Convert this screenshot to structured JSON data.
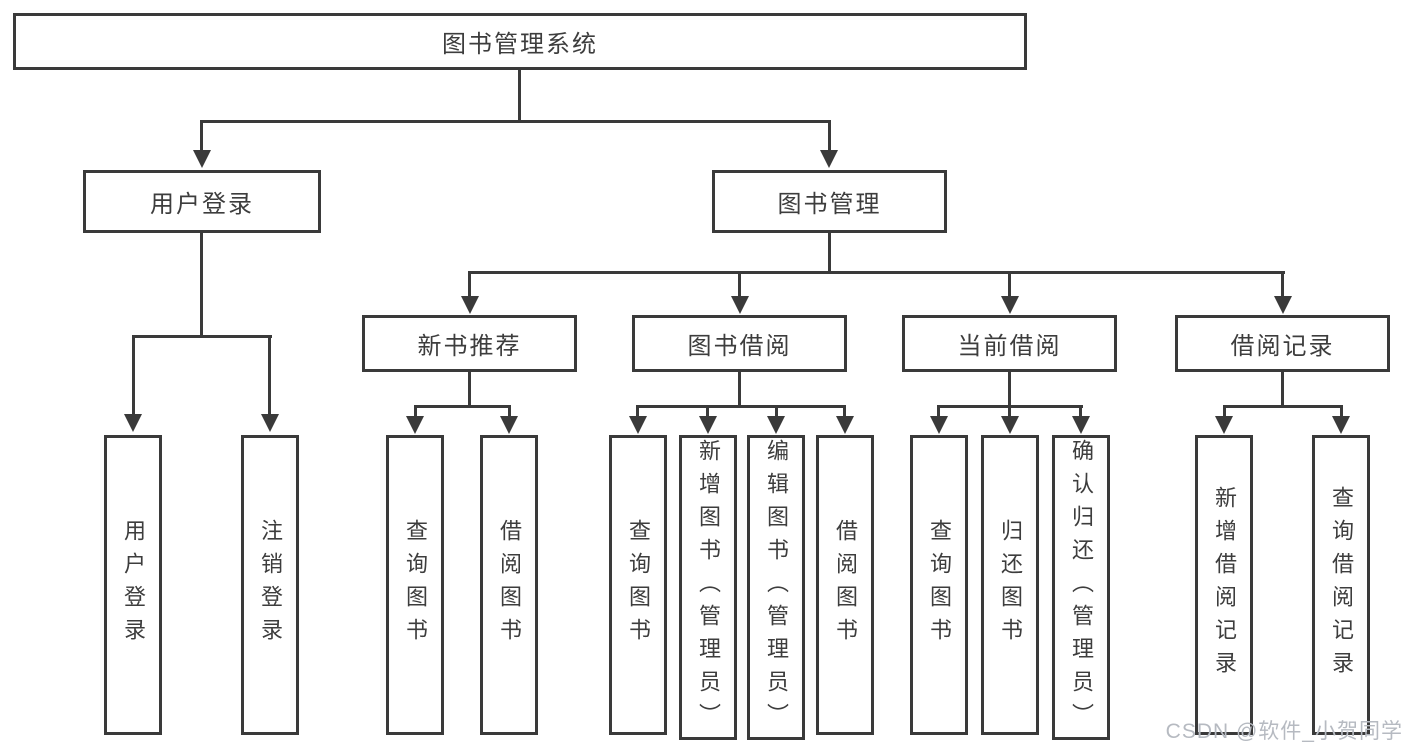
{
  "tree": {
    "root": {
      "label": "图书管理系统"
    },
    "level2": [
      {
        "label": "用户登录"
      },
      {
        "label": "图书管理"
      }
    ],
    "level3": [
      {
        "label": "新书推荐"
      },
      {
        "label": "图书借阅"
      },
      {
        "label": "当前借阅"
      },
      {
        "label": "借阅记录"
      }
    ],
    "leaves": [
      {
        "label": "用户登录"
      },
      {
        "label": "注销登录"
      },
      {
        "label": "查询图书"
      },
      {
        "label": "借阅图书"
      },
      {
        "label": "查询图书"
      },
      {
        "label": "新增图书（管理员）"
      },
      {
        "label": "编辑图书（管理员）"
      },
      {
        "label": "借阅图书"
      },
      {
        "label": "查询图书"
      },
      {
        "label": "归还图书"
      },
      {
        "label": "确认归还（管理员）"
      },
      {
        "label": "新增借阅记录"
      },
      {
        "label": "查询借阅记录"
      }
    ]
  },
  "watermark": "CSDN @软件_小贺同学",
  "colors": {
    "line": "#3a3a3a",
    "text": "#3d3d3d",
    "watermark": "#b6bac1",
    "background": "#ffffff"
  }
}
